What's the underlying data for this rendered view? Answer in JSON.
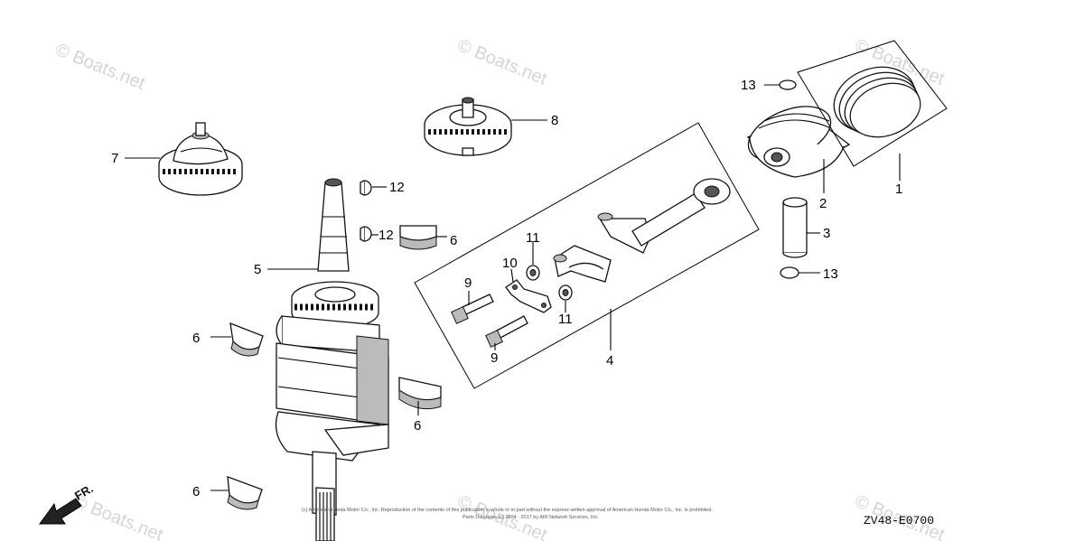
{
  "diagram_code": "ZV48-E0700",
  "front_indicator": "FR.",
  "watermark": "© Boats.net",
  "copyright_line1": "(c) American Honda Motor Co., Inc. Reproduction of the contents of this publication in whole or in part without the express written approval of American Honda Motor Co., Inc. is prohibited.",
  "copyright_line2": "Parts Diagrams (c) 2004 - 2017 by ARI Network Services, Inc.",
  "callouts": {
    "c1": "1",
    "c2": "2",
    "c3": "3",
    "c4": "4",
    "c5": "5",
    "c6a": "6",
    "c6b": "6",
    "c6c": "6",
    "c6d": "6",
    "c7": "7",
    "c8": "8",
    "c9a": "9",
    "c9b": "9",
    "c10": "10",
    "c11a": "11",
    "c11b": "11",
    "c12a": "12",
    "c12b": "12",
    "c13a": "13",
    "c13b": "13"
  }
}
